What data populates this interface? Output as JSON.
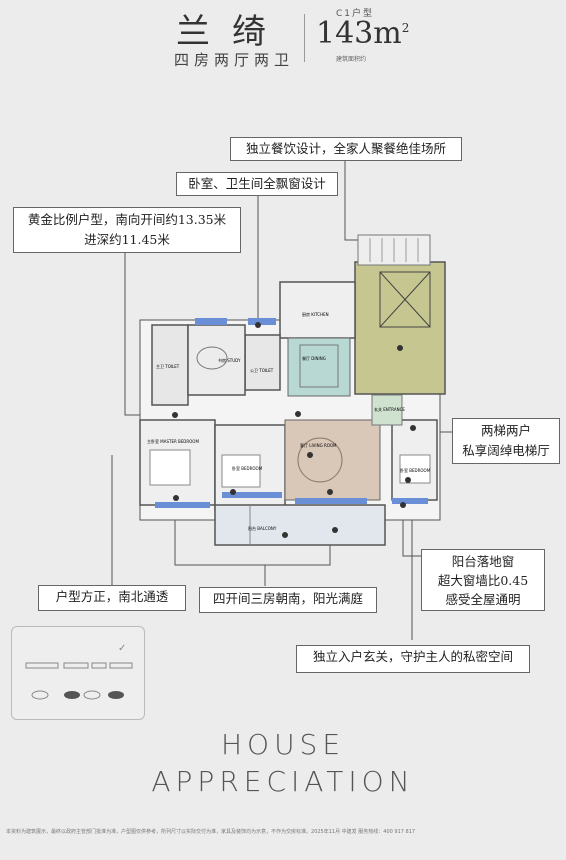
{
  "header": {
    "title": "兰绮",
    "subtitle": "四房两厅两卫",
    "unit_type": "C1户型",
    "area_value": "143",
    "area_unit": "m",
    "area_sup": "2",
    "area_note": "建筑面积约"
  },
  "callouts": {
    "dining": "独立餐饮设计，全家人聚餐绝佳场所",
    "bay_window": "卧室、卫生间全飘窗设计",
    "golden_line1": "黄金比例户型，南向开间约13.35米",
    "golden_line2": "进深约11.45米",
    "elevator_line1": "两梯两户",
    "elevator_line2": "私享阔绰电梯厅",
    "balcony_line1": "阳台落地窗",
    "balcony_line2": "超大窗墙比0.45",
    "balcony_line3": "感受全屋通明",
    "square": "户型方正，南北通透",
    "south": "四开间三房朝南，阳光满庭",
    "entrance": "独立入户玄关，守护主人的私密空间"
  },
  "rooms": {
    "kitchen": "厨房 KITCHEN",
    "dining": "餐厅 DINING",
    "living": "客厅 LIVING ROOM",
    "master_bedroom": "主卧室 MASTER BEDROOM",
    "bedroom_south": "卧室 BEDROOM",
    "bedroom_se": "卧室 BEDROOM",
    "balcony": "阳台 BALCONY",
    "bath1": "主卫 TOILET",
    "bath2": "公卫 TOILET",
    "study": "书房 STUDY",
    "entry": "玄关 ENTRANCE"
  },
  "brand": {
    "line1": "HOUSE",
    "line2": "APPRECIATION"
  },
  "footer": "本资料为建筑展示，最终以政府主管部门批准为准，户型图仅供参考，所列尺寸以实际交付为准，家具及装饰均为示意，不作为交房标准。2025年11月 中建发 服务热线：400 917 817",
  "colors": {
    "living_tint": "#d9c7b8",
    "dining_tint": "#b8d8d4",
    "elevator_tint": "#c6c690",
    "window_blue": "#6b8fd6",
    "wall": "#5a5a5a"
  }
}
